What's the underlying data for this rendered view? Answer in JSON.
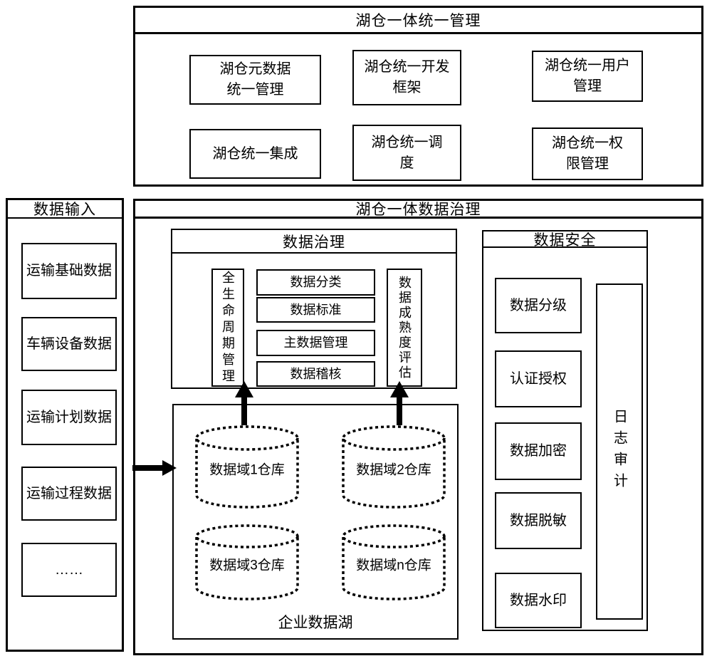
{
  "top": {
    "title": "湖仓一体统一管理",
    "boxes": [
      "湖仓元数据\n统一管理",
      "湖仓统一开发\n框架",
      "湖仓统一用户\n管理",
      "湖仓统一集成",
      "湖仓统一调\n度",
      "湖仓统一权\n限管理"
    ]
  },
  "input": {
    "title": "数据输入",
    "items": [
      "运输基础数据",
      "车辆设备数据",
      "运输计划数据",
      "运输过程数据",
      "……"
    ]
  },
  "main": {
    "title": "湖仓一体数据治理"
  },
  "governance": {
    "title": "数据治理",
    "lifecycle": "全生命周期管理",
    "items": [
      "数据分类",
      "数据标准",
      "主数据管理",
      "数据稽核"
    ],
    "maturity": "数据成熟度评估"
  },
  "lake": {
    "title": "企业数据湖",
    "warehouses": [
      "数据域1仓库",
      "数据域2仓库",
      "数据域3仓库",
      "数据域n仓库"
    ]
  },
  "security": {
    "title": "数据安全",
    "items": [
      "数据分级",
      "认证授权",
      "数据加密",
      "数据脱敏",
      "数据水印"
    ],
    "log_audit": "日志审计"
  },
  "colors": {
    "line": "#000000",
    "background": "#ffffff"
  }
}
